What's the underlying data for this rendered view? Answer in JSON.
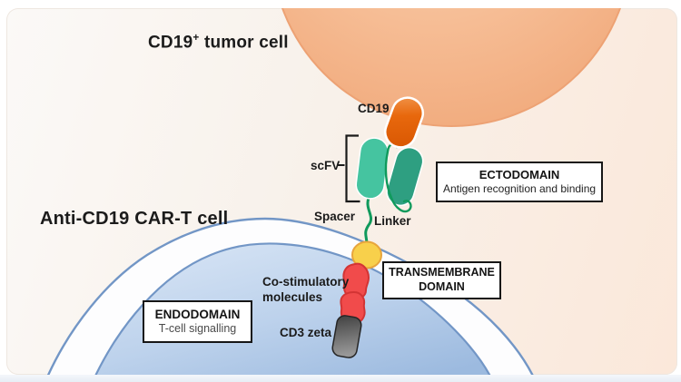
{
  "titles": {
    "tumor": {
      "prefix": "CD19",
      "sup": "+",
      "suffix": " tumor cell"
    },
    "cart": "Anti-CD19 CAR-T cell"
  },
  "molecule_labels": {
    "cd19": "CD19",
    "scfv": "scFV",
    "spacer": "Spacer",
    "linker": "Linker",
    "costim_line1": "Co-stimulatory",
    "costim_line2": "molecules",
    "cd3zeta": "CD3 zeta"
  },
  "callout_boxes": {
    "ectodomain": {
      "title": "ECTODOMAIN",
      "subtitle": "Antigen recognition and binding"
    },
    "transmembrane": {
      "title_line1": "TRANSMEMBRANE",
      "title_line2": "DOMAIN"
    },
    "endodomain": {
      "title": "ENDODOMAIN",
      "subtitle": "T-cell signalling"
    }
  },
  "colors": {
    "tumor_cell_fill": "#F5B78E",
    "tumor_cell_edge": "#EDA274",
    "cd19_antigen_orange": "#E8680D",
    "scfv_light_teal": "#45C4A0",
    "scfv_dark_teal": "#2E9F81",
    "linker_green": "#109A5C",
    "transmembrane_yellow": "#F8D04B",
    "transmembrane_yellow_edge": "#E8A53C",
    "costim_red": "#F14B4B",
    "costim_red_edge": "#D33434",
    "cd3zeta_gray": "#5A5A5A",
    "tcell_body_blue": "#AEC7E6",
    "membrane_stroke_blue": "#7296C6",
    "background_left": "#FAF8F5",
    "background_right": "#FBE7D9"
  }
}
